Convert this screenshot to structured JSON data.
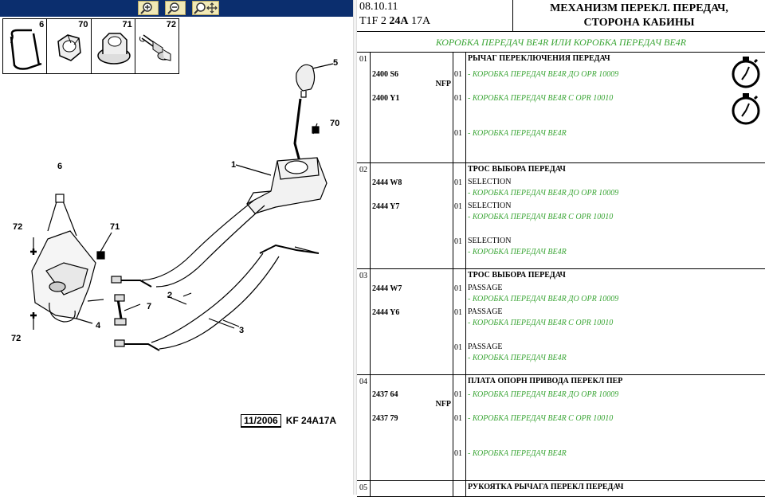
{
  "header": {
    "date": "08.10.11",
    "code_prefix": "T1F 2 ",
    "code_bold": "24A",
    "code_suffix": " 17A",
    "title_line1": "МЕХАНИЗМ ПЕРЕКЛ. ПЕРЕДАЧ,",
    "title_line2": "СТОРОНА КАБИНЫ",
    "subtitle": "КОРОБКА ПЕРЕДАЧ BE4R ИЛИ КОРОБКА ПЕРЕДАЧ BE4R"
  },
  "thumbnails": [
    "6",
    "70",
    "71",
    "72"
  ],
  "diagram": {
    "labels": [
      "5",
      "70",
      "1",
      "6",
      "72",
      "71",
      "7",
      "2",
      "4",
      "3",
      "72"
    ],
    "stamp_date": "11/2006",
    "stamp_ref": "KF 24A17A"
  },
  "colors": {
    "toolbar": "#0b2e6e",
    "note_green": "#3aa535"
  },
  "rows": [
    {
      "num": "01",
      "title": "РЫЧАГ ПЕРЕКЛЮЧЕНИЯ ПЕРЕДАЧ",
      "parts": [
        {
          "ref": "2400 S6",
          "flag": "NFP",
          "qty": "01",
          "label": "",
          "note": "- КОРОБКА ПЕРЕДАЧ BE4R ДО OPR 10009"
        },
        {
          "ref": "2400 Y1",
          "flag": "",
          "qty": "01",
          "label": "",
          "note": "- КОРОБКА ПЕРЕДАЧ BE4R С OPR 10010"
        },
        {
          "ref": "",
          "flag": "",
          "qty": "01",
          "label": "",
          "note": "- КОРОБКА ПЕРЕДАЧ BE4R"
        }
      ]
    },
    {
      "num": "02",
      "title": "ТРОС ВЫБОРА ПЕРЕДАЧ",
      "parts": [
        {
          "ref": "2444 W8",
          "flag": "",
          "qty": "01",
          "label": "SELECTION",
          "note": "- КОРОБКА ПЕРЕДАЧ BE4R ДО OPR 10009"
        },
        {
          "ref": "2444 Y7",
          "flag": "",
          "qty": "01",
          "label": "SELECTION",
          "note": "- КОРОБКА ПЕРЕДАЧ BE4R С OPR 10010"
        },
        {
          "ref": "",
          "flag": "",
          "qty": "01",
          "label": "SELECTION",
          "note": "- КОРОБКА ПЕРЕДАЧ BE4R"
        }
      ]
    },
    {
      "num": "03",
      "title": "ТРОС ВЫБОРА ПЕРЕДАЧ",
      "parts": [
        {
          "ref": "2444 W7",
          "flag": "",
          "qty": "01",
          "label": "PASSAGE",
          "note": "- КОРОБКА ПЕРЕДАЧ BE4R ДО OPR 10009"
        },
        {
          "ref": "2444 Y6",
          "flag": "",
          "qty": "01",
          "label": "PASSAGE",
          "note": "- КОРОБКА ПЕРЕДАЧ BE4R С OPR 10010"
        },
        {
          "ref": "",
          "flag": "",
          "qty": "01",
          "label": "PASSAGE",
          "note": "- КОРОБКА ПЕРЕДАЧ BE4R"
        }
      ]
    },
    {
      "num": "04",
      "title": "ПЛАТА ОПОРН ПРИВОДА ПЕРЕКЛ ПЕР",
      "parts": [
        {
          "ref": "2437 64",
          "flag": "NFP",
          "qty": "01",
          "label": "",
          "note": "- КОРОБКА ПЕРЕДАЧ BE4R ДО OPR 10009"
        },
        {
          "ref": "2437 79",
          "flag": "",
          "qty": "01",
          "label": "",
          "note": "- КОРОБКА ПЕРЕДАЧ BE4R С OPR 10010"
        },
        {
          "ref": "",
          "flag": "",
          "qty": "01",
          "label": "",
          "note": "- КОРОБКА ПЕРЕДАЧ BE4R"
        }
      ]
    },
    {
      "num": "05",
      "title": "РУКОЯТКА РЫЧАГА ПЕРЕКЛ ПЕРЕДАЧ",
      "parts": []
    }
  ]
}
